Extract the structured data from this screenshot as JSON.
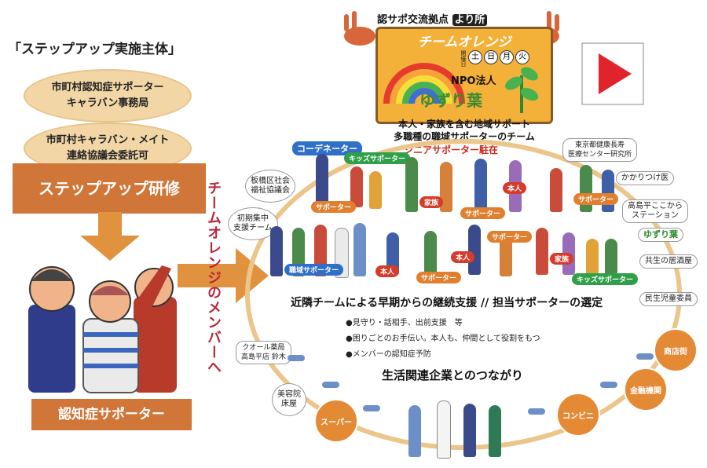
{
  "left": {
    "heading": "「ステップアップ実施主体」",
    "oval1_line1": "市町村認知症サポーター",
    "oval1_line2": "キャラバン事務局",
    "oval2_line1": "市町村キャラバン・メイト",
    "oval2_line2": "連絡協議会委託可",
    "training": "ステップアップ研修",
    "supporter": "認知症サポーター"
  },
  "vertical_text": "チームオレンジのメンバーへ",
  "sign": {
    "top_line": "認サポ交流拠点",
    "top_highlight": "より所",
    "team": "チームオレンジ",
    "open_label": "開催日",
    "days": [
      "土",
      "日",
      "月",
      "火"
    ],
    "org": "NPO法人",
    "name": "ゆずり葉",
    "line1": "本人・家族を含む地域サポート",
    "line2": "多職種の職域サポーターのチーム",
    "senior": "シニアサポーター駐在"
  },
  "left_labels": {
    "coordinator": "コーデネーター",
    "kids": "キッズサポーター",
    "council_line1": "板橋区社会",
    "council_line2": "福祉協議会",
    "initial_line1": "初期集中",
    "initial_line2": "支援チーム"
  },
  "right_labels": {
    "hospital_line1": "東京都健康長寿",
    "hospital_line2": "医療センター研究所",
    "family_doctor": "かかりつけ医",
    "station_line1": "高島平ここから",
    "station_line2": "ステーション",
    "yuzuriha": "ゆずり葉",
    "izakaya": "共生の居酒屋",
    "welfare": "民生児童委員"
  },
  "tags": {
    "supporter": "サポーター",
    "family": "家族",
    "person": "本人",
    "workplace": "職域サポーター",
    "kids": "キッズサポーター"
  },
  "main_line": "近隣チームによる早期からの継続支援 // 担当サポーターの選定",
  "bullets": [
    "●見守り・話相手、出前支援　等",
    "●困りごとのお手伝い。本人も、仲間として役割をもつ",
    "●メンバーの認知症予防"
  ],
  "pharmacy_line1": "クオール薬局",
  "pharmacy_line2": "高島平店 鈴木",
  "business": "生活関連企業とのつながり",
  "businesses": {
    "salon_line1": "美容院",
    "salon_line2": "床屋",
    "supermarket": "スーパー",
    "shopping": "商店街",
    "finance": "金融機関",
    "convenience": "コンビニ"
  },
  "colors": {
    "accent_orange": "#cf7638",
    "title_red": "#b8273a",
    "play_red": "#e0242b"
  }
}
